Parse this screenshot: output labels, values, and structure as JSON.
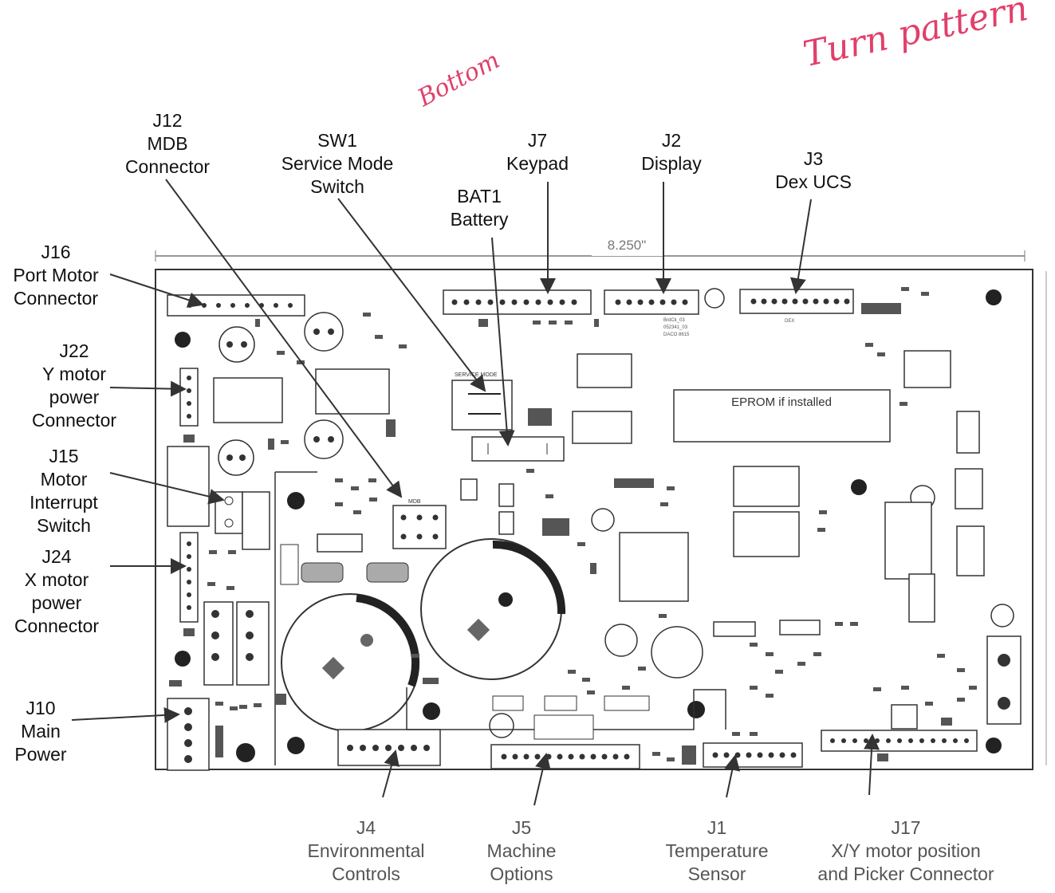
{
  "handwriting": {
    "bottom": "Bottom",
    "turn": "Turn pattern"
  },
  "dimension": "8.250\"",
  "callouts": [
    {
      "id": "j12",
      "lines": [
        "J12",
        "MDB",
        "Connector"
      ]
    },
    {
      "id": "sw1",
      "lines": [
        "SW1",
        "Service Mode",
        "Switch"
      ]
    },
    {
      "id": "bat1",
      "lines": [
        "BAT1",
        "Battery"
      ]
    },
    {
      "id": "j7",
      "lines": [
        "J7",
        "Keypad"
      ]
    },
    {
      "id": "j2",
      "lines": [
        "J2",
        "Display"
      ]
    },
    {
      "id": "j3",
      "lines": [
        "J3",
        "Dex UCS"
      ]
    },
    {
      "id": "j16",
      "lines": [
        "J16",
        "Port Motor",
        "Connector"
      ]
    },
    {
      "id": "j22",
      "lines": [
        "J22",
        "Y motor",
        "power",
        "Connector"
      ]
    },
    {
      "id": "j15",
      "lines": [
        "J15",
        "Motor",
        "Interrupt",
        "Switch"
      ]
    },
    {
      "id": "j24",
      "lines": [
        "J24",
        "X motor",
        "power",
        "Connector"
      ]
    },
    {
      "id": "j10",
      "lines": [
        "J10",
        "Main",
        "Power"
      ]
    },
    {
      "id": "j4",
      "lines": [
        "J4",
        "Environmental",
        "Controls"
      ]
    },
    {
      "id": "j5",
      "lines": [
        "J5",
        "Machine",
        "Options"
      ]
    },
    {
      "id": "j1",
      "lines": [
        "J1",
        "Temperature",
        "Sensor"
      ]
    },
    {
      "id": "j17",
      "lines": [
        "J17",
        "X/Y motor position",
        "and Picker Connector"
      ]
    }
  ],
  "board": {
    "eprom": "EPROM if installed",
    "service_mode": "SERVICE MODE",
    "mdb": "MDB",
    "dex": "DEX",
    "rev_lines": [
      "BrdCk_03",
      "052341_03",
      "DACO 8615"
    ]
  }
}
